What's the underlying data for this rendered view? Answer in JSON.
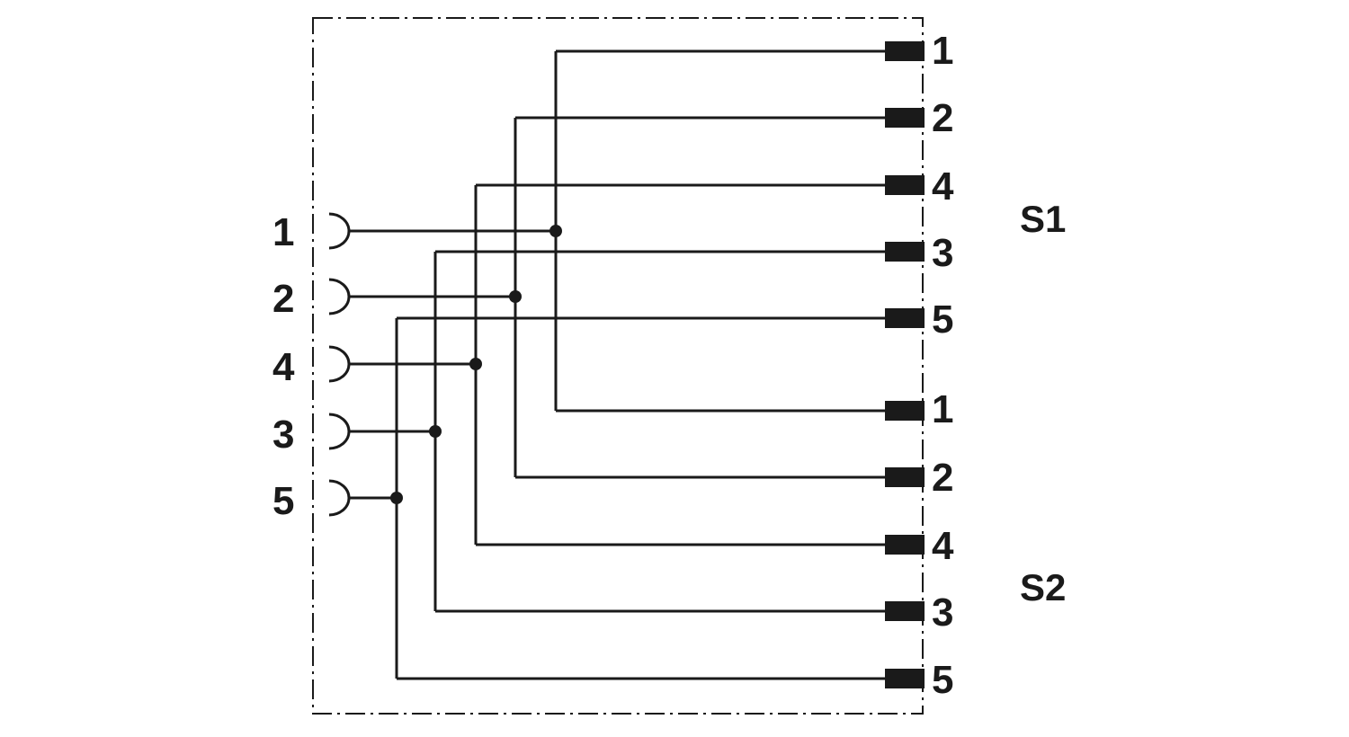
{
  "left_connector": {
    "pins": [
      {
        "label": "1"
      },
      {
        "label": "2"
      },
      {
        "label": "4"
      },
      {
        "label": "3"
      },
      {
        "label": "5"
      }
    ]
  },
  "right_connectors": [
    {
      "label": "S1",
      "pins": [
        {
          "label": "1"
        },
        {
          "label": "2"
        },
        {
          "label": "4"
        },
        {
          "label": "3"
        },
        {
          "label": "5"
        }
      ]
    },
    {
      "label": "S2",
      "pins": [
        {
          "label": "1"
        },
        {
          "label": "2"
        },
        {
          "label": "4"
        },
        {
          "label": "3"
        },
        {
          "label": "5"
        }
      ]
    }
  ],
  "colors": {
    "line": "#1a1a1a",
    "background": "#ffffff"
  }
}
